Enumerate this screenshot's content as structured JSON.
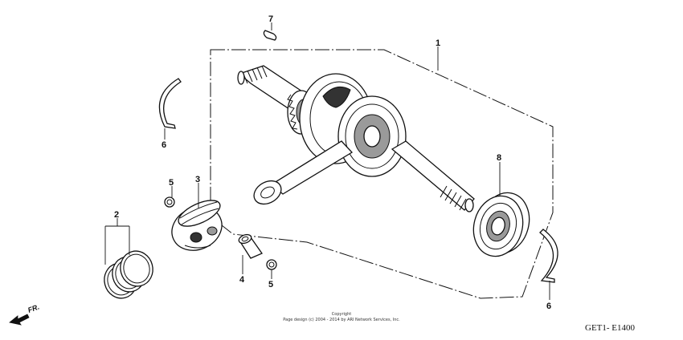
{
  "callouts": {
    "c1": "1",
    "c2": "2",
    "c3": "3",
    "c4": "4",
    "c5a": "5",
    "c5b": "5",
    "c6a": "6",
    "c6b": "6",
    "c7": "7",
    "c8": "8"
  },
  "footer": {
    "copyright_title": "Copyright",
    "copyright_line": "Page design (c) 2004 - 2014 by ARI Network Services, Inc.",
    "diagram_code": "GET1- E1400",
    "front_marker": "FR."
  }
}
